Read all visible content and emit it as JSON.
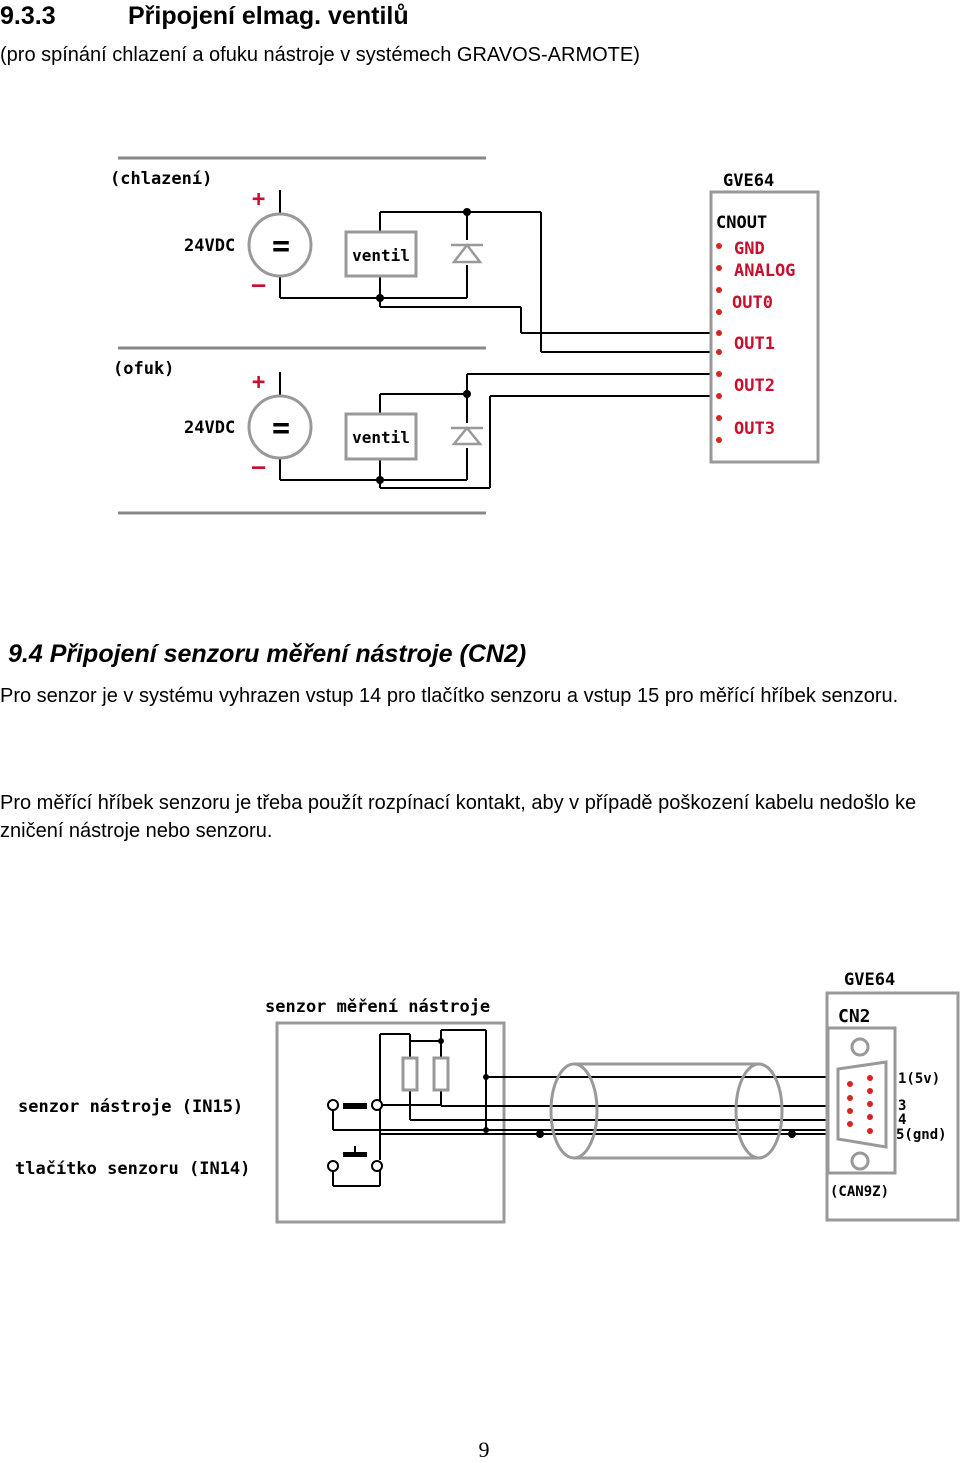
{
  "section_933": {
    "number": "9.3.3",
    "title": "Připojení elmag. ventilů",
    "subtitle": "(pro spínání chlazení a ofuku nástroje v systémech GRAVOS-ARMOTE)"
  },
  "diagram1": {
    "label_chlazeni": "(chlazení)",
    "label_ofuk": "(ofuk)",
    "plus": "+",
    "minus": "–",
    "equal": "=",
    "voltage": "24VDC",
    "ventil": "ventil",
    "board": "GVE64",
    "connector": "CNOUT",
    "pins": [
      "GND",
      "ANALOG",
      "OUT0",
      "OUT1",
      "OUT2",
      "OUT3"
    ],
    "colors": {
      "pin_label": "#c8102e",
      "pin_dot": "#d9231e",
      "wire": "#000000",
      "frame": "#808080"
    }
  },
  "section_94": {
    "title": "9.4 Připojení senzoru měření nástroje (CN2)",
    "para1": "Pro senzor je v systému vyhrazen vstup 14 pro tlačítko senzoru a vstup 15 pro měřící hříbek senzoru.",
    "para2": "Pro měřící hříbek senzoru je třeba použít rozpínací kontakt, aby v případě poškození kabelu nedošlo ke zničení nástroje nebo senzoru."
  },
  "diagram2": {
    "box_title": "senzor měření nástroje",
    "label_in15": "senzor nástroje (IN15)",
    "label_in14": "tlačítko senzoru (IN14)",
    "board": "GVE64",
    "connector": "CN2",
    "pin_1": "1(5v)",
    "pin_3": "3",
    "pin_4": "4",
    "pin_5": "5(gnd)",
    "connector_type": "(CAN9Z)"
  },
  "page_number": "9"
}
